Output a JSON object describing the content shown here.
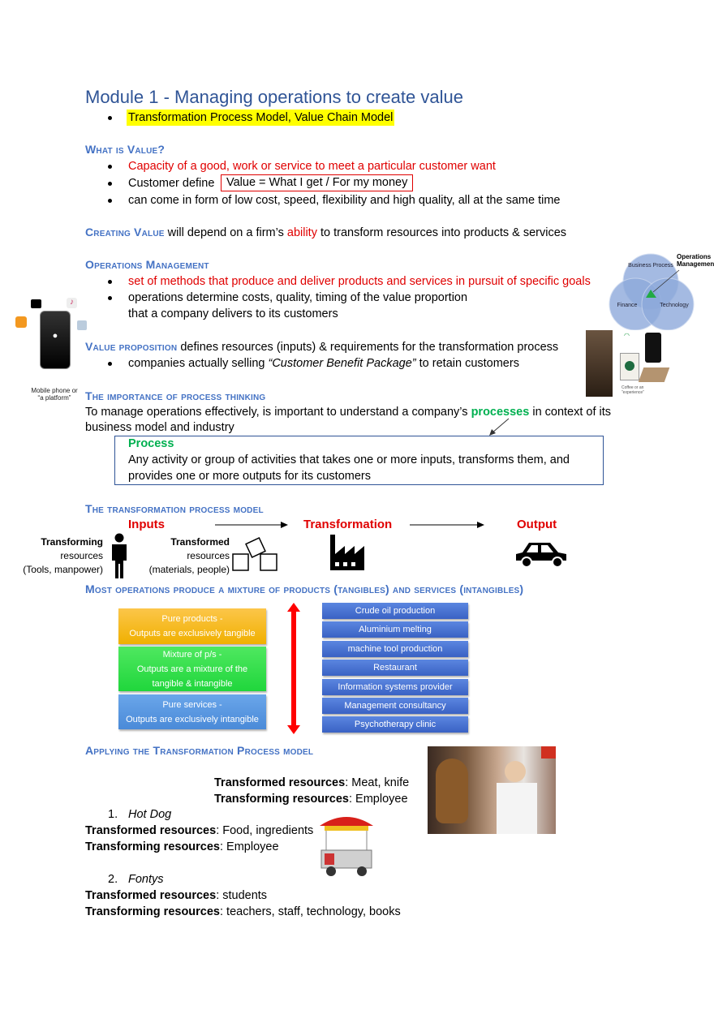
{
  "title": "Module 1 - Managing operations to create value",
  "topics": "Transformation Process Model, Value Chain Model",
  "what_is_value": {
    "heading": "What is Value?",
    "bullets": [
      "Capacity of a good, work or service to meet a particular customer want",
      "Customer define",
      "can come in form of low cost, speed, flexibility and high quality, all at the same time"
    ],
    "formula": "Value = What I get / For my money"
  },
  "creating_value": {
    "lead": "Creating Value",
    "mid": " will depend on a firm’s ",
    "red": "ability",
    "rest": " to transform resources into products & services"
  },
  "ops_mgmt": {
    "heading": "Operations Management",
    "bullets": [
      "set of methods that produce and deliver products and services in pursuit of specific goals",
      "operations determine costs, quality, timing of the value proportion"
    ],
    "continuation": "that a company delivers to its customers"
  },
  "venn": {
    "circles": [
      "Business Process",
      "Finance",
      "Technology"
    ],
    "center": "Operations Management"
  },
  "phone": {
    "caption1": "Mobile phone or",
    "caption2": "“a platform”"
  },
  "coffee": {
    "caption": "Coffee or an “experience”"
  },
  "value_prop": {
    "lead": "Value proposition",
    "rest": " defines resources (inputs) & requirements for the transformation process",
    "bullet_pre": "companies actually selling ",
    "bullet_em": "“Customer Benefit Package”",
    "bullet_post": " to retain customers"
  },
  "process_thinking": {
    "heading": "The importance of process thinking",
    "line1_pre": "To manage operations effectively, is important to understand a company’s ",
    "line1_em": "processes",
    "line1_post": " in context of its",
    "line2": "business model and industry",
    "box_title": "Process",
    "box_line1": "Any activity or group of activities that takes one or more inputs, transforms them, and",
    "box_line2": "provides one or more outputs for its customers"
  },
  "tpm": {
    "heading": "The transformation process model",
    "inputs": "Inputs",
    "transformation": "Transformation",
    "output": "Output",
    "transforming": "Transforming",
    "transforming_2": "resources",
    "transforming_3": "(Tools, manpower)",
    "transformed": "Transformed",
    "transformed_2": "resources",
    "transformed_3": "(materials, people)"
  },
  "mixture": {
    "heading": "Most operations produce a mixture of products (tangibles) and services (intangibles)",
    "spectrum": [
      {
        "title": "Pure products -",
        "desc": "Outputs are exclusively tangible",
        "color": "#f5b800"
      },
      {
        "title": "Mixture of p/s -",
        "desc": "Outputs are a mixture of the tangible & intangible",
        "color": "#2ee04a"
      },
      {
        "title": "Pure services -",
        "desc": "Outputs are exclusively intangible",
        "color": "#5a9ae0"
      }
    ],
    "examples": [
      "Crude oil production",
      "Aluminium melting",
      "machine tool production",
      "Restaurant",
      "Information systems provider",
      "Management consultancy",
      "Psychotherapy clinic"
    ]
  },
  "applying": {
    "heading": "Applying the Transformation Process model",
    "doner": {
      "transformed_label": "Transformed resources",
      "transformed": ": Meat, knife",
      "transforming_label": "Transforming resources",
      "transforming": ": Employee"
    },
    "items": [
      {
        "num": "1.",
        "name": "Hot Dog",
        "transformed_label": "Transformed resources",
        "transformed": ": Food, ingredients",
        "transforming_label": "Transforming resources",
        "transforming": ": Employee"
      },
      {
        "num": "2.",
        "name": "Fontys",
        "transformed_label": "Transformed resources",
        "transformed": ": students",
        "transforming_label": "Transforming resources",
        "transforming": ": teachers, staff, technology, books"
      }
    ]
  }
}
